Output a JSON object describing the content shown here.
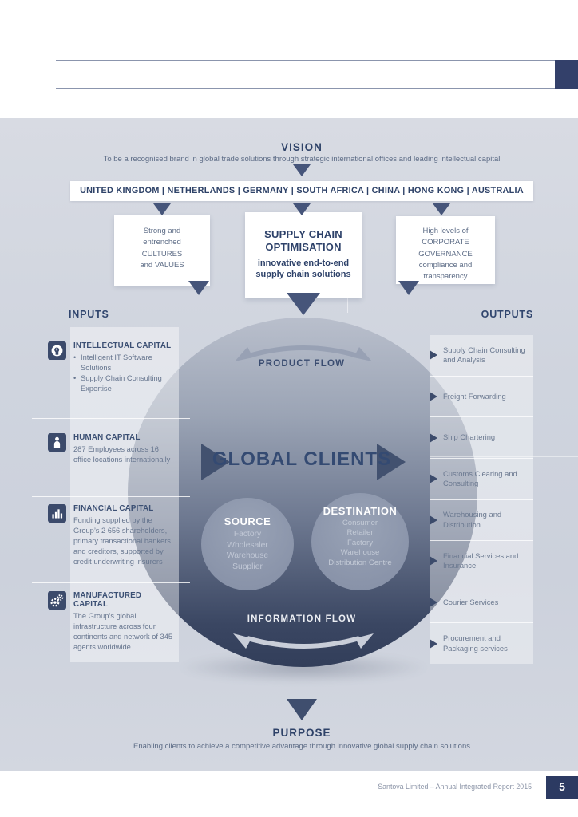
{
  "vision": {
    "title": "VISION",
    "subtitle": "To be a recognised brand in global trade solutions through strategic international offices and leading intellectual capital"
  },
  "countries": {
    "text": "UNITED KINGDOM | NETHERLANDS | GERMANY | SOUTH AFRICA | CHINA | HONG KONG | AUSTRALIA"
  },
  "pillars": {
    "culture": {
      "text": "Strong and\nentrenched\nCULTURES\nand VALUES"
    },
    "optimisation": {
      "title": "SUPPLY CHAIN\nOPTIMISATION",
      "subtitle": "innovative end-to-end\nsupply chain solutions"
    },
    "governance": {
      "text": "High levels of\nCORPORATE\nGOVERNANCE\ncompliance and\ntransparency"
    }
  },
  "inputs": {
    "label": "INPUTS",
    "items": [
      {
        "icon": "head-lightbulb-icon",
        "title": "INTELLECTUAL CAPITAL",
        "bullets": [
          "Intelligent IT Software Solutions",
          "Supply Chain Consulting Expertise"
        ]
      },
      {
        "icon": "person-icon",
        "title": "HUMAN CAPITAL",
        "body": "287 Employees across 16 office locations internationally"
      },
      {
        "icon": "bar-chart-icon",
        "title": "FINANCIAL CAPITAL",
        "body": "Funding supplied by the Group’s 2 656 shareholders, primary transactional bankers and creditors, supported by credit underwriting insurers"
      },
      {
        "icon": "gears-icon",
        "title": "MANUFACTURED CAPITAL",
        "body": "The Group’s global infrastructure across four continents and network of 345 agents worldwide"
      }
    ]
  },
  "outputs": {
    "label": "OUTPUTS",
    "items": [
      "Supply Chain Consulting and Analysis",
      "Freight Forwarding",
      "Ship Chartering",
      "Customs Clearing and Consulting",
      "Warehousing and Distribution",
      "Financial Services and Insurance",
      "Courier Services",
      "Procurement and Packaging services"
    ]
  },
  "core": {
    "product_flow": "PRODUCT FLOW",
    "global_clients": "GLOBAL CLIENTS",
    "information_flow": "INFORMATION FLOW",
    "source": {
      "title": "SOURCE",
      "items": [
        "Factory",
        "Wholesaler",
        "Warehouse",
        "Supplier"
      ]
    },
    "destination": {
      "title": "DESTINATION",
      "items": [
        "Consumer",
        "Retailer",
        "Factory",
        "Warehouse",
        "Distribution Centre"
      ]
    }
  },
  "purpose": {
    "title": "PURPOSE",
    "subtitle": "Enabling clients to achieve a competitive advantage through innovative global supply chain solutions"
  },
  "footer": {
    "text": "Santova Limited – Annual Integrated Report 2015",
    "page_number": "5"
  },
  "colors": {
    "navy": "#33406a",
    "slate_arrow": "#46557a",
    "panel_bg": "#cfd4de",
    "circle_dark": "#323e5a",
    "muted_text": "#67768f"
  }
}
